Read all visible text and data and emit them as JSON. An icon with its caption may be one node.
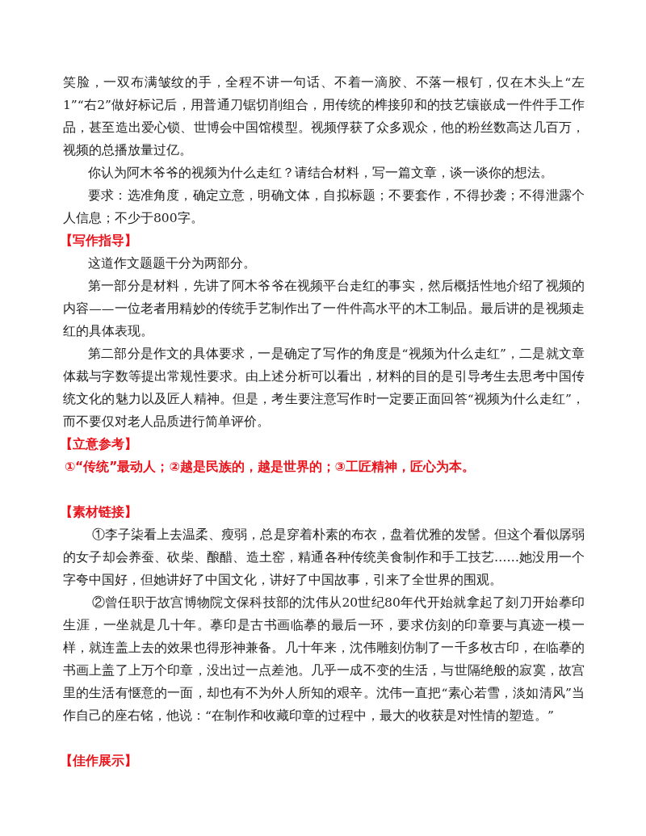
{
  "diagram": {
    "labels": [
      "笑脸，一双布满皱纹的手，全程不讲一句话、不着一滴胶、不落一根钉，仅在木头上“左1”“右2”做好标记后，用普通刀锯切削组合，用传统的榫接卯和的技艺镶嵌成一件件手工作品，甚至造出爱心锁、世博会中国馆模型。视频俘获了众多观众，他的粉丝数高达几百万，视频的总播放量过亿。",
      "你认为阿木爷爷的视频为什么走红？请结合材料，写一篇文章，谈一谈你的想法。",
      "要求：选准角度，确定立意，明确文体，自拟标题；不要套作，不得抄袭；不得泄露个人信息；不少于800字。",
      "【写作指导】",
      "这道作文题题干分为两部分。",
      "第一部分是材料，先讲了阿木爷爷在视频平台走红的事实，然后概括性地介绍了视频的内容——一位老者用精妙的传统手艺制作出了一件件高水平的木工制品。最后讲的是视频走红的具体表现。",
      "第二部分是作文的具体要求，一是确定了写作的角度是“视频为什么走红”，二是就文章体裁与字数等提出常规性要求。由上述分析可以看出，材料的目的是引导考生去思考中国传统文化的魅力以及匠人精神。但是，考生要注意写作时一定要正面回答“视频为什么走红”，而不要仅对老人品质进行简单评价。",
      "【立意参考】",
      "①“传统”最动人；②越是民族的，越是世界的；③工匠精神，匠心为本。",
      "【素材链接】",
      "①李子柒看上去温柔、瘦弱，总是穿着朴素的布衣，盘着优雅的发髻。但这个看似孱弱的女子却会养蚕、砍柴、酿醋、造土窑，精通各种传统美食制作和手工技艺……她没用一个字夸中国好，但她讲好了中国文化，讲好了中国故事，引来了全世界的围观。",
      "②曾任职于故宫博物院文保科技部的沈伟从20世纪80年代开始就拿起了刻刀开始摹印生涯，一坐就是几十年。摹印是古书画临摹的最后一环，要求仿刻的印章要与真迹一模一样，就连盖上去的效果也得形神兼备。几十年来，沈伟雕刻仿制了一千多枚古印，在临摹的书画上盖了上万个印章，没出过一点差池。几乎一成不变的生活，与世隔绝般的寂寞，故宫里的生活有惬意的一面，却也有不为外人所知的艰辛。沈伟一直把“素心若雪，淡如清风”当作自己的座右铭，他说：“在制作和收藏印章的过程中，最大的收获是对性情的塑造。”",
      "【佳作展示】"
    ]
  }
}
